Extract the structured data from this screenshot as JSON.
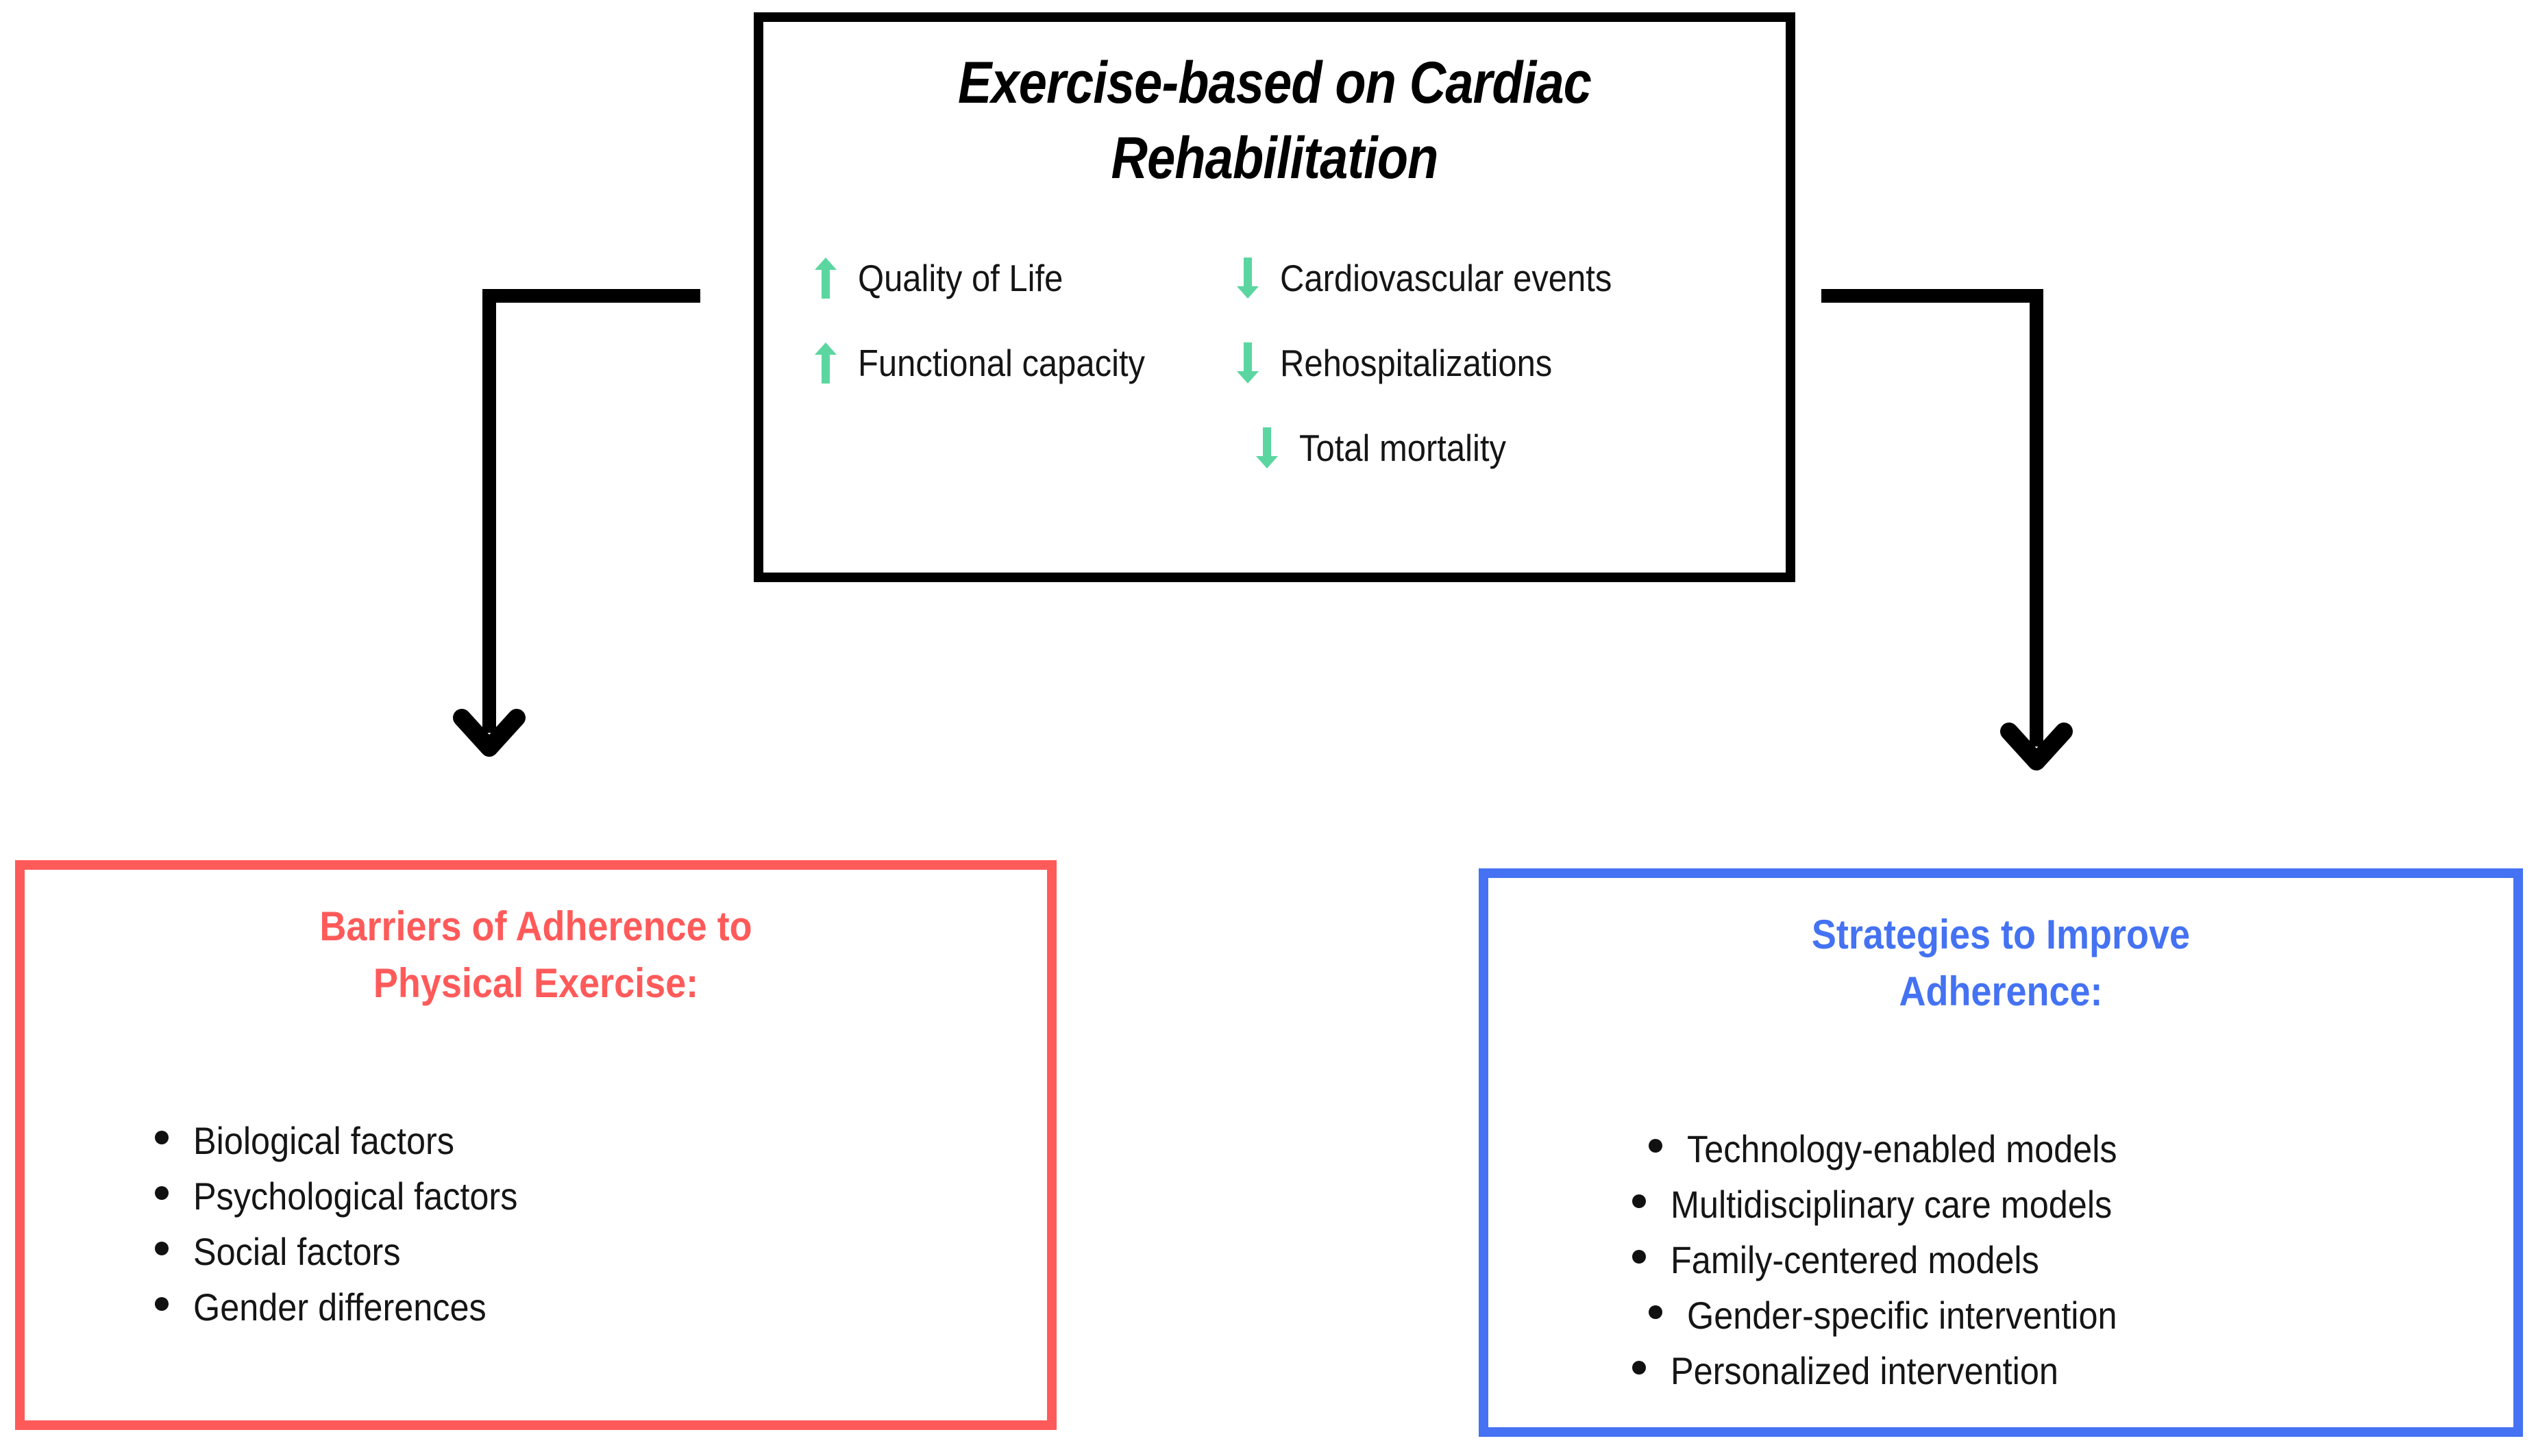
{
  "palette": {
    "box_border_black": "#000000",
    "arrow_green": "#5BD6A0",
    "barriers_red": "#FF5A5A",
    "strategies_blue": "#4472F2",
    "text_black": "#151515",
    "background": "#FFFFFF"
  },
  "top_box": {
    "title_line_1": "Exercise-based on Cardiac",
    "title_line_2": "Rehabilitation",
    "increase_column": [
      {
        "icon": "arrow-up-icon",
        "direction": "up",
        "label": "Quality of Life"
      },
      {
        "icon": "arrow-up-icon",
        "direction": "up",
        "label": "Functional capacity"
      }
    ],
    "decrease_column": [
      {
        "icon": "arrow-down-icon",
        "direction": "down",
        "label": "Cardiovascular events"
      },
      {
        "icon": "arrow-down-icon",
        "direction": "down",
        "label": "Rehospitalizations"
      },
      {
        "icon": "arrow-down-icon",
        "direction": "down",
        "label": "Total mortality"
      }
    ]
  },
  "connectors": [
    {
      "name": "connector-to-barriers",
      "icon": "elbow-arrow-down-left-icon",
      "from": "top_box",
      "to": "barriers_box"
    },
    {
      "name": "connector-to-strategies",
      "icon": "elbow-arrow-down-right-icon",
      "from": "top_box",
      "to": "strategies_box"
    }
  ],
  "barriers_box": {
    "title_line_1": "Barriers of Adherence to",
    "title_line_2": "Physical Exercise:",
    "items": [
      "Biological factors",
      "Psychological factors",
      "Social factors",
      "Gender differences"
    ]
  },
  "strategies_box": {
    "title_line_1": "Strategies to Improve",
    "title_line_2": "Adherence:",
    "items": [
      "Technology-enabled models",
      "Multidisciplinary care models",
      "Family-centered models",
      "Gender-specific intervention",
      "Personalized intervention"
    ]
  }
}
